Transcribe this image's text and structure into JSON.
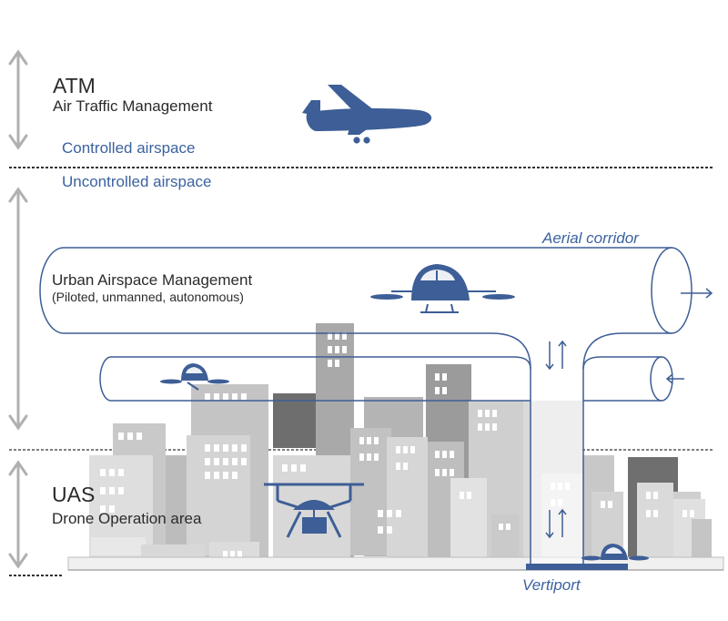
{
  "atm": {
    "title": "ATM",
    "subtitle": "Air Traffic Management"
  },
  "controlled_label": "Controlled airspace",
  "uncontrolled_label": "Uncontrolled airspace",
  "corridor_label": "Aerial corridor",
  "uam": {
    "title": "Urban Airspace Management",
    "subtitle": "(Piloted, unmanned, autonomous)"
  },
  "uas": {
    "title": "UAS",
    "subtitle": "Drone Operation area"
  },
  "vertiport_label": "Vertiport",
  "colors": {
    "accent": "#3b62a0",
    "aircraft": "#3d5e96",
    "building_light": "#d9d9d9",
    "building_mid": "#bdbdbd",
    "building_dark": "#8e8e8e",
    "arrow_gray": "#b0b0b0"
  },
  "icons": [
    "airplane-icon",
    "air-taxi-icon",
    "small-air-taxi-icon",
    "quadcopter-drone-icon"
  ]
}
